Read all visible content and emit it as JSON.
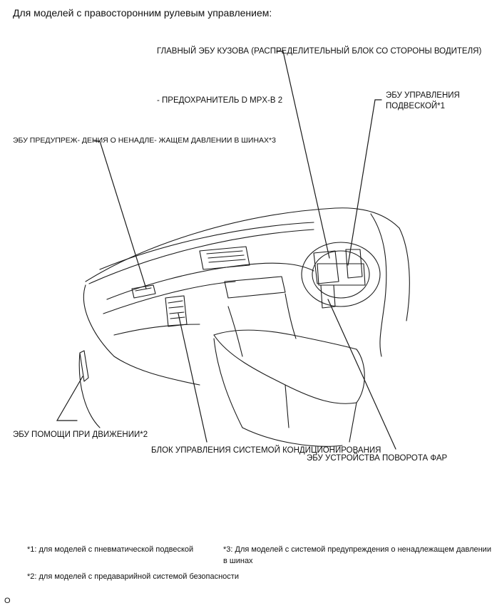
{
  "header": "Для моделей с правосторонним рулевым управлением:",
  "callouts": {
    "body_ecu": "ГЛАВНЫЙ ЭБУ КУЗОВА\n(РАСПРЕДЕЛИТЕЛЬНЫЙ\nБЛОК СО СТОРОНЫ\nВОДИТЕЛЯ)",
    "fuse": "- ПРЕДОХРАНИТЕЛЬ D\nMPX-B 2",
    "suspension_ecu": "ЭБУ\nУПРАВЛЕНИЯ\nПОДВЕСКОЙ*1",
    "tpms_ecu": "ЭБУ ПРЕДУПРЕЖ-\nДЕНИЯ О НЕНАДЛЕ-\nЖАЩЕМ ДАВЛЕНИИ\nВ ШИНАХ*3",
    "driving_support_ecu": "ЭБУ ПОМОЩИ ПРИ\nДВИЖЕНИИ*2",
    "ac_unit": "БЛОК УПРАВЛЕНИЯ\nСИСТЕМОЙ\nКОНДИЦИОНИРОВАНИЯ",
    "headlight_swivel_ecu": "ЭБУ УСТРОЙСТВА ПОВОРОТА ФАР"
  },
  "footnotes": {
    "note1": "*1: для моделей с пневматической\nподвеской",
    "note2": "*2: для моделей с предаварийной\nсистемой безопасности",
    "note3": "*3: Для моделей с системой\nпредупреждения о ненадлежащем\nдавлении в шинах"
  },
  "figure_code": "O",
  "colors": {
    "line": "#1a1a1a",
    "background": "#ffffff"
  }
}
